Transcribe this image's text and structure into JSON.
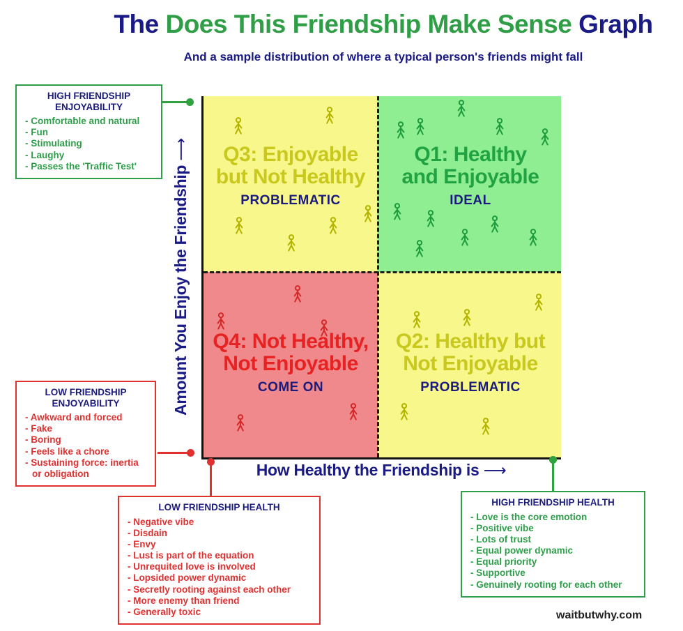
{
  "title": {
    "part1": "The ",
    "part2": "Does This Friendship Make Sense",
    "part3": " Graph"
  },
  "subtitle": "And a sample distribution of where a typical person's friends might fall",
  "watermark": "waitbutwhy.com",
  "bullet": "-",
  "axes": {
    "y_label": "Amount You Enjoy the Friendship",
    "x_label": "How Healthy the Friendship is",
    "arrow": "⟶"
  },
  "colors": {
    "navy": "#1b1b7e",
    "green": "#2e9e4a",
    "red": "#e03131",
    "yellow_text": "#c9c81f",
    "quadrant_yellow_bg": "#f7f78c",
    "quadrant_green_bg": "#90ee92",
    "quadrant_red_bg": "#f0898b",
    "axis_line": "#111111"
  },
  "chart_data": {
    "type": "scatter",
    "subtype": "quadrant-matrix",
    "title": "The Does This Friendship Make Sense Graph",
    "xlabel": "How Healthy the Friendship is (increases to the right)",
    "ylabel": "Amount You Enjoy the Friendship (increases upward)",
    "grid": false,
    "quadrants": [
      {
        "id": "q3",
        "position": "top-left",
        "title_lines": [
          "Q3: Enjoyable",
          "but Not Healthy"
        ],
        "verdict": "PROBLEMATIC",
        "bg": "#f7f78c",
        "title_color": "#c9c81f",
        "figure_color": "#b3b300",
        "figure_count": 6,
        "points": [
          [
            42,
            30
          ],
          [
            173,
            15
          ],
          [
            43,
            173
          ],
          [
            178,
            173
          ],
          [
            228,
            156
          ],
          [
            118,
            198
          ]
        ]
      },
      {
        "id": "q1",
        "position": "top-right",
        "title_lines": [
          "Q1: Healthy",
          "and Enjoyable"
        ],
        "verdict": "IDEAL",
        "bg": "#90ee92",
        "title_color": "#21a344",
        "figure_color": "#1f9c3e",
        "figure_count": 11,
        "points": [
          [
            362,
            5
          ],
          [
            275,
            36
          ],
          [
            303,
            31
          ],
          [
            417,
            31
          ],
          [
            482,
            46
          ],
          [
            270,
            153
          ],
          [
            318,
            163
          ],
          [
            367,
            190
          ],
          [
            410,
            171
          ],
          [
            465,
            190
          ],
          [
            302,
            206
          ]
        ]
      },
      {
        "id": "q4",
        "position": "bottom-left",
        "title_lines": [
          "Q4: Not Healthy,",
          "Not Enjoyable"
        ],
        "verdict": "COME ON",
        "bg": "#f0898b",
        "title_color": "#e62222",
        "figure_color": "#d42a2a",
        "figure_count": 5,
        "points": [
          [
            127,
            271
          ],
          [
            17,
            310
          ],
          [
            165,
            320
          ],
          [
            207,
            440
          ],
          [
            45,
            456
          ]
        ]
      },
      {
        "id": "q2",
        "position": "bottom-right",
        "title_lines": [
          "Q2: Healthy but",
          "Not Enjoyable"
        ],
        "verdict": "PROBLEMATIC",
        "bg": "#f7f78c",
        "title_color": "#c9c81f",
        "figure_color": "#b3b300",
        "figure_count": 5,
        "points": [
          [
            298,
            308
          ],
          [
            370,
            305
          ],
          [
            473,
            283
          ],
          [
            280,
            440
          ],
          [
            397,
            461
          ]
        ]
      }
    ]
  },
  "callouts": {
    "high_enjoyability": {
      "title": "HIGH FRIENDSHIP ENJOYABILITY",
      "tone": "green",
      "items": [
        "Comfortable and natural",
        "Fun",
        "Stimulating",
        "Laughy",
        "Passes the 'Traffic Test'"
      ]
    },
    "low_enjoyability": {
      "title": "LOW FRIENDSHIP ENJOYABILITY",
      "tone": "red",
      "items": [
        "Awkward and forced",
        "Fake",
        "Boring",
        "Feels like a chore",
        "Sustaining force: inertia or obligation"
      ]
    },
    "low_health": {
      "title": "LOW FRIENDSHIP HEALTH",
      "tone": "red",
      "items": [
        "Negative vibe",
        "Disdain",
        "Envy",
        "Lust is part of the equation",
        "Unrequited love is involved",
        "Lopsided power dynamic",
        "Secretly rooting against each other",
        "More enemy than friend",
        "Generally toxic"
      ]
    },
    "high_health": {
      "title": "HIGH FRIENDSHIP HEALTH",
      "tone": "green",
      "items": [
        "Love is the core emotion",
        "Positive vibe",
        "Lots of trust",
        "Equal power dynamic",
        "Equal priority",
        "Supportive",
        "Genuinely rooting for each other"
      ]
    }
  }
}
